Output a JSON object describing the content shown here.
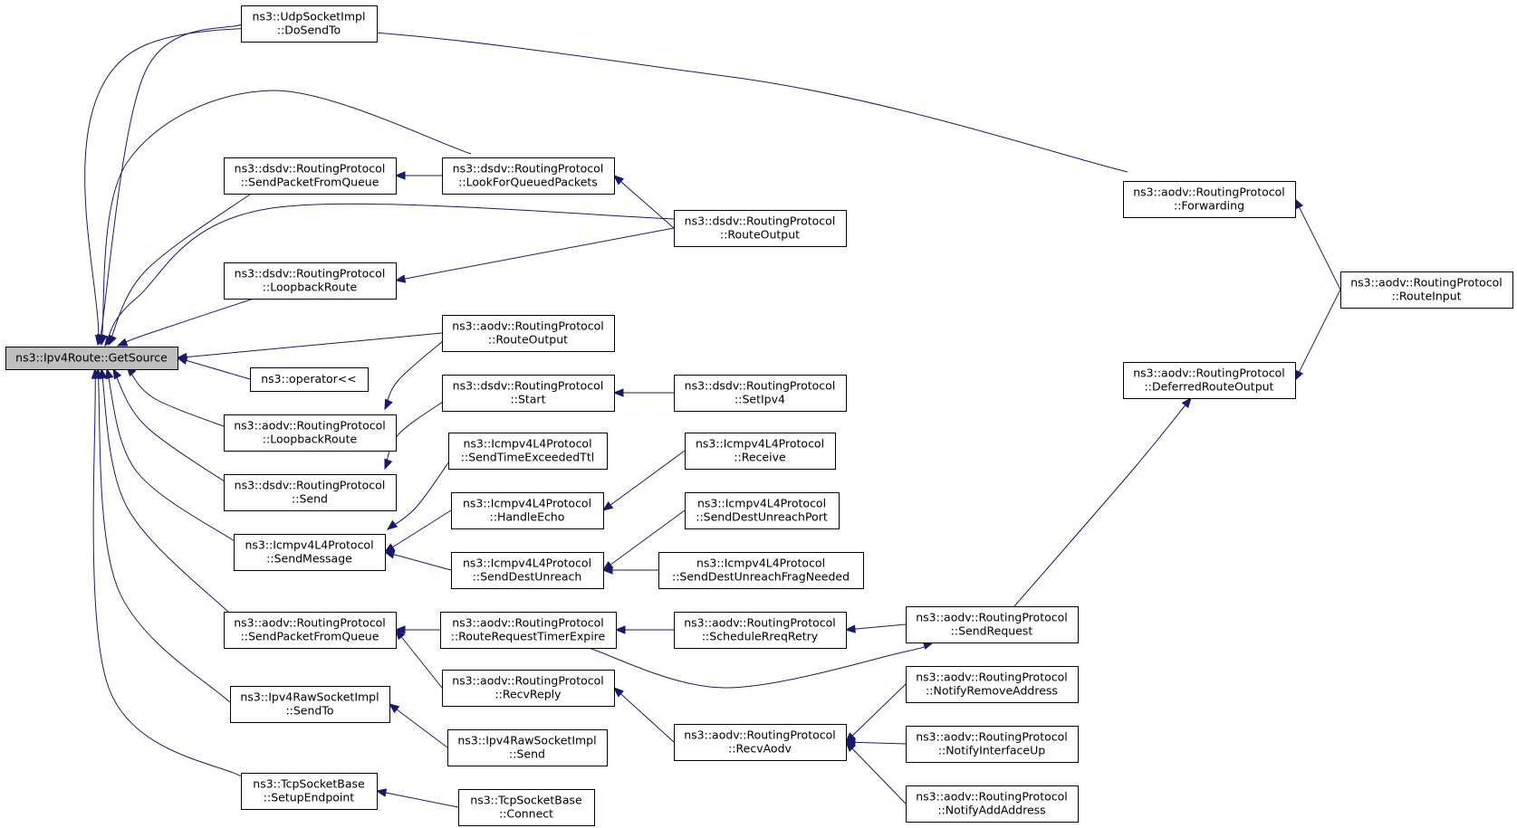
{
  "graph": {
    "root": "n0",
    "nodes": [
      {
        "id": "n0",
        "lines": [
          "ns3::Ipv4Route::GetSource"
        ],
        "highlight": true
      },
      {
        "id": "n1",
        "lines": [
          "ns3::UdpSocketImpl",
          "::DoSendTo"
        ]
      },
      {
        "id": "n2",
        "lines": [
          "ns3::dsdv::RoutingProtocol",
          "::SendPacketFromQueue"
        ]
      },
      {
        "id": "n3",
        "lines": [
          "ns3::dsdv::RoutingProtocol",
          "::LookForQueuedPackets"
        ]
      },
      {
        "id": "n4",
        "lines": [
          "ns3::dsdv::RoutingProtocol",
          "::RouteOutput"
        ]
      },
      {
        "id": "n5",
        "lines": [
          "ns3::aodv::RoutingProtocol",
          "::Forwarding"
        ]
      },
      {
        "id": "n6",
        "lines": [
          "ns3::aodv::RoutingProtocol",
          "::RouteInput"
        ]
      },
      {
        "id": "n7",
        "lines": [
          "ns3::dsdv::RoutingProtocol",
          "::LoopbackRoute"
        ]
      },
      {
        "id": "n8",
        "lines": [
          "ns3::aodv::RoutingProtocol",
          "::RouteOutput"
        ]
      },
      {
        "id": "n9",
        "lines": [
          "ns3::operator<<"
        ]
      },
      {
        "id": "n10",
        "lines": [
          "ns3::dsdv::RoutingProtocol",
          "::Start"
        ]
      },
      {
        "id": "n11",
        "lines": [
          "ns3::dsdv::RoutingProtocol",
          "::SetIpv4"
        ]
      },
      {
        "id": "n12",
        "lines": [
          "ns3::aodv::RoutingProtocol",
          "::DeferredRouteOutput"
        ]
      },
      {
        "id": "n13",
        "lines": [
          "ns3::aodv::RoutingProtocol",
          "::LoopbackRoute"
        ]
      },
      {
        "id": "n14",
        "lines": [
          "ns3::Icmpv4L4Protocol",
          "::SendTimeExceededTtl"
        ]
      },
      {
        "id": "n15",
        "lines": [
          "ns3::Icmpv4L4Protocol",
          "::Receive"
        ]
      },
      {
        "id": "n16",
        "lines": [
          "ns3::dsdv::RoutingProtocol",
          "::Send"
        ]
      },
      {
        "id": "n17",
        "lines": [
          "ns3::Icmpv4L4Protocol",
          "::HandleEcho"
        ]
      },
      {
        "id": "n18",
        "lines": [
          "ns3::Icmpv4L4Protocol",
          "::SendDestUnreachPort"
        ]
      },
      {
        "id": "n19",
        "lines": [
          "ns3::Icmpv4L4Protocol",
          "::SendMessage"
        ]
      },
      {
        "id": "n20",
        "lines": [
          "ns3::Icmpv4L4Protocol",
          "::SendDestUnreach"
        ]
      },
      {
        "id": "n21",
        "lines": [
          "ns3::Icmpv4L4Protocol",
          "::SendDestUnreachFragNeeded"
        ]
      },
      {
        "id": "n22",
        "lines": [
          "ns3::aodv::RoutingProtocol",
          "::SendPacketFromQueue"
        ]
      },
      {
        "id": "n23",
        "lines": [
          "ns3::aodv::RoutingProtocol",
          "::RouteRequestTimerExpire"
        ]
      },
      {
        "id": "n24",
        "lines": [
          "ns3::aodv::RoutingProtocol",
          "::ScheduleRreqRetry"
        ]
      },
      {
        "id": "n25",
        "lines": [
          "ns3::aodv::RoutingProtocol",
          "::SendRequest"
        ]
      },
      {
        "id": "n26",
        "lines": [
          "ns3::aodv::RoutingProtocol",
          "::RecvReply"
        ]
      },
      {
        "id": "n27",
        "lines": [
          "ns3::aodv::RoutingProtocol",
          "::NotifyRemoveAddress"
        ]
      },
      {
        "id": "n28",
        "lines": [
          "ns3::Ipv4RawSocketImpl",
          "::SendTo"
        ]
      },
      {
        "id": "n29",
        "lines": [
          "ns3::aodv::RoutingProtocol",
          "::RecvAodv"
        ]
      },
      {
        "id": "n30",
        "lines": [
          "ns3::Ipv4RawSocketImpl",
          "::Send"
        ]
      },
      {
        "id": "n31",
        "lines": [
          "ns3::aodv::RoutingProtocol",
          "::NotifyInterfaceUp"
        ]
      },
      {
        "id": "n32",
        "lines": [
          "ns3::TcpSocketBase",
          "::SetupEndpoint"
        ]
      },
      {
        "id": "n33",
        "lines": [
          "ns3::TcpSocketBase",
          "::Connect"
        ]
      },
      {
        "id": "n34",
        "lines": [
          "ns3::aodv::RoutingProtocol",
          "::NotifyAddAddress"
        ]
      }
    ],
    "edges": [
      {
        "from": "n1",
        "to": "n0"
      },
      {
        "from": "n5",
        "to": "n0"
      },
      {
        "from": "n3",
        "to": "n0"
      },
      {
        "from": "n2",
        "to": "n0"
      },
      {
        "from": "n4",
        "to": "n0"
      },
      {
        "from": "n7",
        "to": "n0"
      },
      {
        "from": "n8",
        "to": "n0"
      },
      {
        "from": "n9",
        "to": "n0"
      },
      {
        "from": "n13",
        "to": "n0"
      },
      {
        "from": "n16",
        "to": "n0"
      },
      {
        "from": "n19",
        "to": "n0"
      },
      {
        "from": "n22",
        "to": "n0"
      },
      {
        "from": "n28",
        "to": "n0"
      },
      {
        "from": "n32",
        "to": "n0"
      },
      {
        "from": "n3",
        "to": "n2"
      },
      {
        "from": "n4",
        "to": "n3"
      },
      {
        "from": "n4",
        "to": "n7"
      },
      {
        "from": "n6",
        "to": "n5"
      },
      {
        "from": "n6",
        "to": "n12"
      },
      {
        "from": "n8",
        "to": "n13"
      },
      {
        "from": "n10",
        "to": "n16"
      },
      {
        "from": "n11",
        "to": "n10"
      },
      {
        "from": "n25",
        "to": "n12"
      },
      {
        "from": "n14",
        "to": "n19"
      },
      {
        "from": "n17",
        "to": "n19"
      },
      {
        "from": "n20",
        "to": "n19"
      },
      {
        "from": "n15",
        "to": "n17"
      },
      {
        "from": "n18",
        "to": "n20"
      },
      {
        "from": "n21",
        "to": "n20"
      },
      {
        "from": "n23",
        "to": "n22"
      },
      {
        "from": "n26",
        "to": "n22"
      },
      {
        "from": "n24",
        "to": "n23"
      },
      {
        "from": "n25",
        "to": "n24"
      },
      {
        "from": "n23",
        "to": "n25"
      },
      {
        "from": "n29",
        "to": "n26"
      },
      {
        "from": "n27",
        "to": "n29"
      },
      {
        "from": "n31",
        "to": "n29"
      },
      {
        "from": "n34",
        "to": "n29"
      },
      {
        "from": "n30",
        "to": "n28"
      },
      {
        "from": "n33",
        "to": "n32"
      }
    ]
  },
  "colors": {
    "edge": "#191970",
    "node_fill": "#ffffff",
    "root_fill": "#bfbfbf",
    "border": "#000000"
  }
}
